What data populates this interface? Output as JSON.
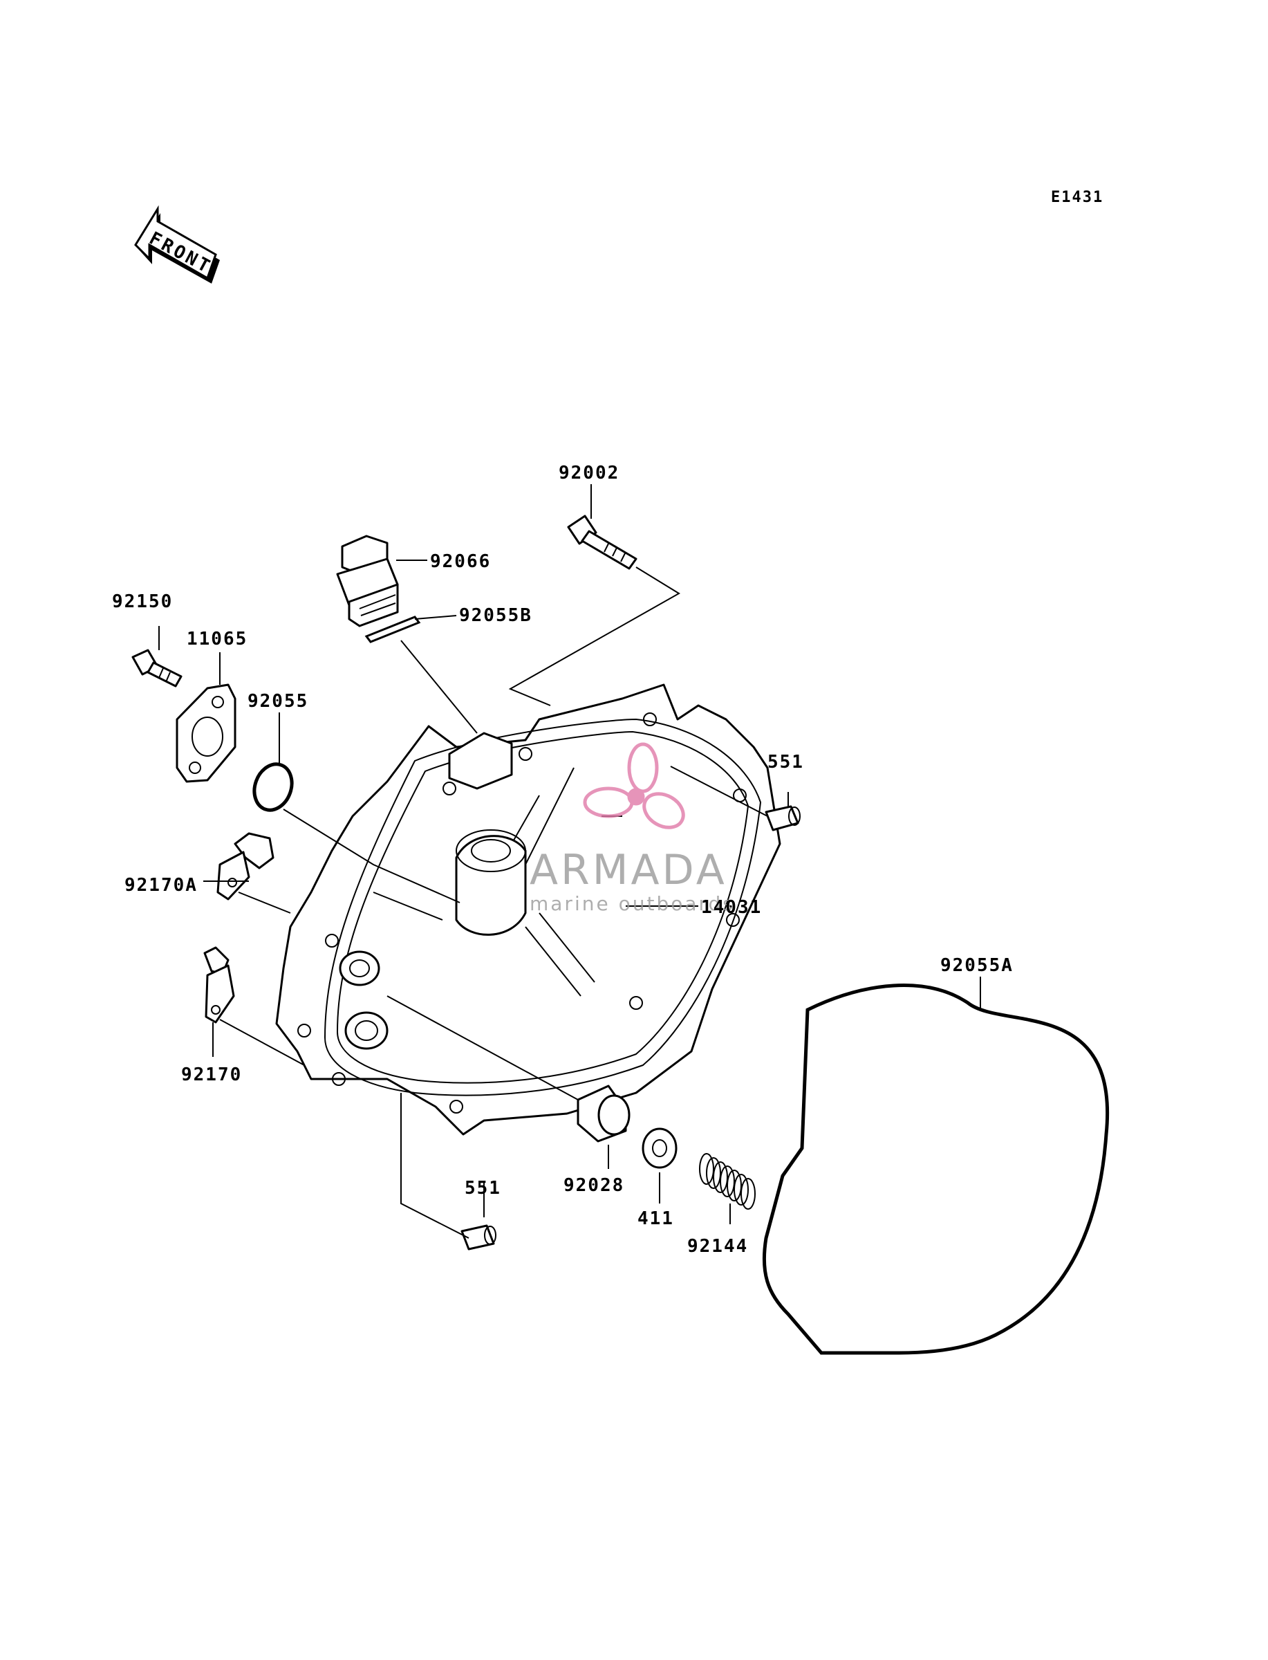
{
  "diagram_code": "E1431",
  "front_arrow_text": "FRONT",
  "watermark": {
    "brand": "ARMADA",
    "tagline": "marine outboards",
    "logo_color": "#e07aa8",
    "text_color": "#9a9a9a"
  },
  "parts": {
    "p92002": "92002",
    "p92066": "92066",
    "p92055B": "92055B",
    "p92150": "92150",
    "p11065": "11065",
    "p92055": "92055",
    "p551_top": "551",
    "p92170A": "92170A",
    "p14031": "14031",
    "p92055A": "92055A",
    "p92170": "92170",
    "p551_bottom": "551",
    "p92028": "92028",
    "p411": "411",
    "p92144": "92144"
  }
}
